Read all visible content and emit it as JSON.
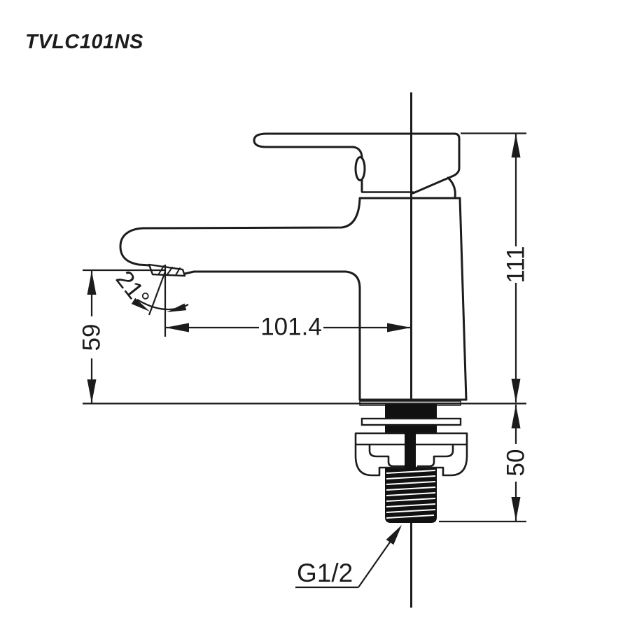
{
  "title": "TVLC101NS",
  "drawing": {
    "dimensions": {
      "overall_height": "111",
      "spout_height": "59",
      "spout_reach": "101.4",
      "shank_length": "50",
      "spout_angle": "21°",
      "thread_label": "G1/2"
    },
    "colors": {
      "line": "#1c1c1c",
      "background": "#ffffff",
      "fill_dark": "#111111",
      "gasket_grey": "#d8d8d8"
    }
  }
}
